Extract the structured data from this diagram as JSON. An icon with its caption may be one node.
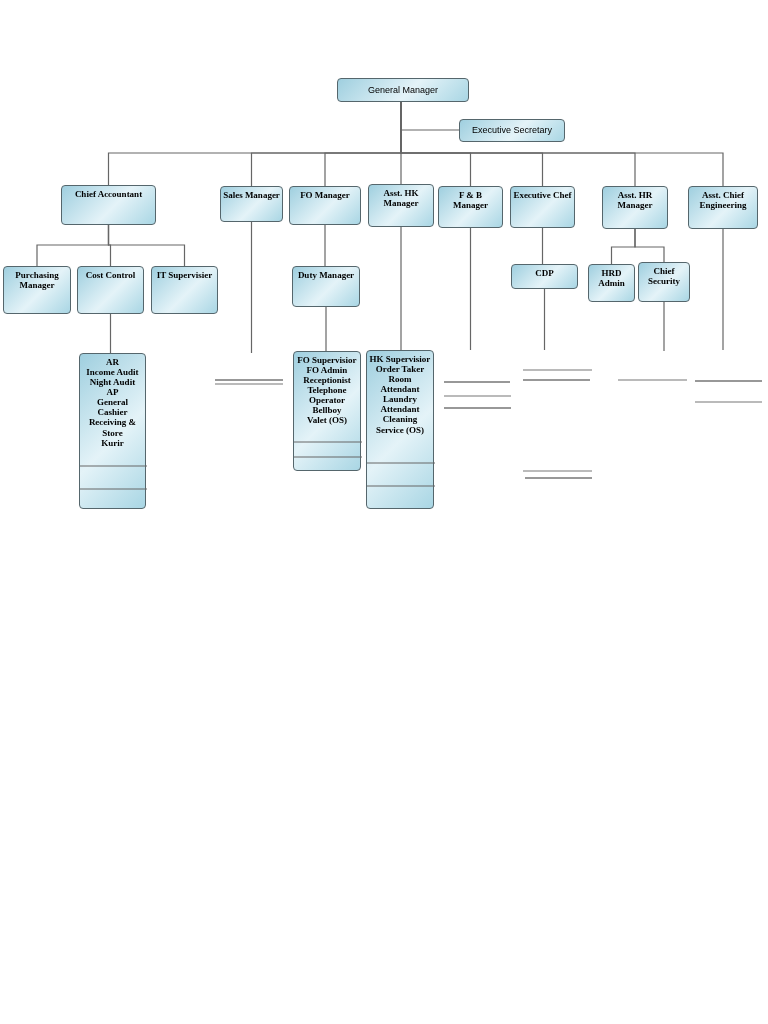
{
  "diagram": {
    "nodes": [
      {
        "text": [
          "General Manager"
        ]
      },
      {
        "text": [
          "Executive Secretary"
        ]
      },
      {
        "text": [
          "Chief Accountant"
        ]
      },
      {
        "text": [
          "Sales Manager"
        ]
      },
      {
        "text": [
          "FO Manager"
        ]
      },
      {
        "text": [
          "Asst. HK Manager"
        ]
      },
      {
        "text": [
          "F & B Manager"
        ]
      },
      {
        "text": [
          "Executive Chef"
        ]
      },
      {
        "text": [
          "Asst. HR Manager"
        ]
      },
      {
        "text": [
          "Asst. Chief Engineering"
        ]
      },
      {
        "text": [
          "Purchasing Manager"
        ]
      },
      {
        "text": [
          "Cost Control"
        ]
      },
      {
        "text": [
          "IT Supervisier"
        ]
      },
      {
        "text": [
          "Duty Manager"
        ]
      },
      {
        "text": [
          "CDP"
        ]
      },
      {
        "text": [
          "HRD Admin"
        ]
      },
      {
        "text": [
          "Chief Security"
        ]
      },
      {
        "text": [
          "AR",
          "Income Audit",
          "Night Audit",
          "AP",
          "General Cashier",
          "Receiving & Store",
          "Kurir"
        ]
      },
      {
        "text": [
          "FO Supervisior",
          "FO Admin",
          "Receptionist",
          "Telephone Operator",
          "Bellboy",
          "Valet (OS)"
        ]
      },
      {
        "text": [
          "HK Supervisior",
          "Order Taker",
          "Room Attendant",
          "Laundry Attendant",
          "Cleaning Service (OS)"
        ]
      }
    ],
    "edges": [
      {
        "from": 0,
        "to": 1,
        "arrow": "none"
      },
      {
        "from": 0,
        "to": 2,
        "arrow": "none"
      },
      {
        "from": 0,
        "to": 3,
        "arrow": "none"
      },
      {
        "from": 0,
        "to": 4,
        "arrow": "none"
      },
      {
        "from": 0,
        "to": 5,
        "arrow": "none"
      },
      {
        "from": 0,
        "to": 6,
        "arrow": "none"
      },
      {
        "from": 0,
        "to": 7,
        "arrow": "none"
      },
      {
        "from": 0,
        "to": 8,
        "arrow": "none"
      },
      {
        "from": 0,
        "to": 9,
        "arrow": "none"
      },
      {
        "from": 2,
        "to": 10,
        "arrow": "none"
      },
      {
        "from": 2,
        "to": 11,
        "arrow": "none"
      },
      {
        "from": 2,
        "to": 12,
        "arrow": "none"
      },
      {
        "from": 4,
        "to": 13,
        "arrow": "none"
      },
      {
        "from": 7,
        "to": 14,
        "arrow": "none"
      },
      {
        "from": 8,
        "to": 15,
        "arrow": "none"
      },
      {
        "from": 8,
        "to": 16,
        "arrow": "none"
      },
      {
        "from": 11,
        "to": 17,
        "arrow": "none"
      },
      {
        "from": 13,
        "to": 18,
        "arrow": "none"
      },
      {
        "from": 5,
        "to": 19,
        "arrow": "none"
      },
      {
        "from": 3,
        "to": null,
        "arrow": "none"
      },
      {
        "from": 6,
        "to": null,
        "arrow": "none"
      },
      {
        "from": 14,
        "to": null,
        "arrow": "none"
      },
      {
        "from": 16,
        "to": null,
        "arrow": "none"
      },
      {
        "from": 9,
        "to": null,
        "arrow": "none"
      }
    ]
  }
}
